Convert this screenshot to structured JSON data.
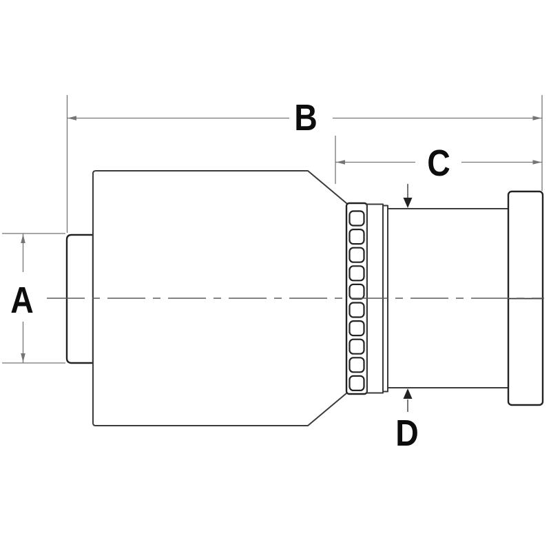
{
  "drawing": {
    "type": "technical-dimension-drawing",
    "subject": "hose-fitting-flange-coupling-side-view",
    "dimension_labels": {
      "A": "A",
      "B": "B",
      "C": "C",
      "D": "D"
    },
    "knurl_segment_count": 10,
    "colors": {
      "background": "#ffffff",
      "outline": "#3a3a3a",
      "outline_bold": "#222222",
      "dimension_line": "#757575",
      "centerline": "#5a5a5a",
      "label_text": "#0d0d0d"
    }
  }
}
